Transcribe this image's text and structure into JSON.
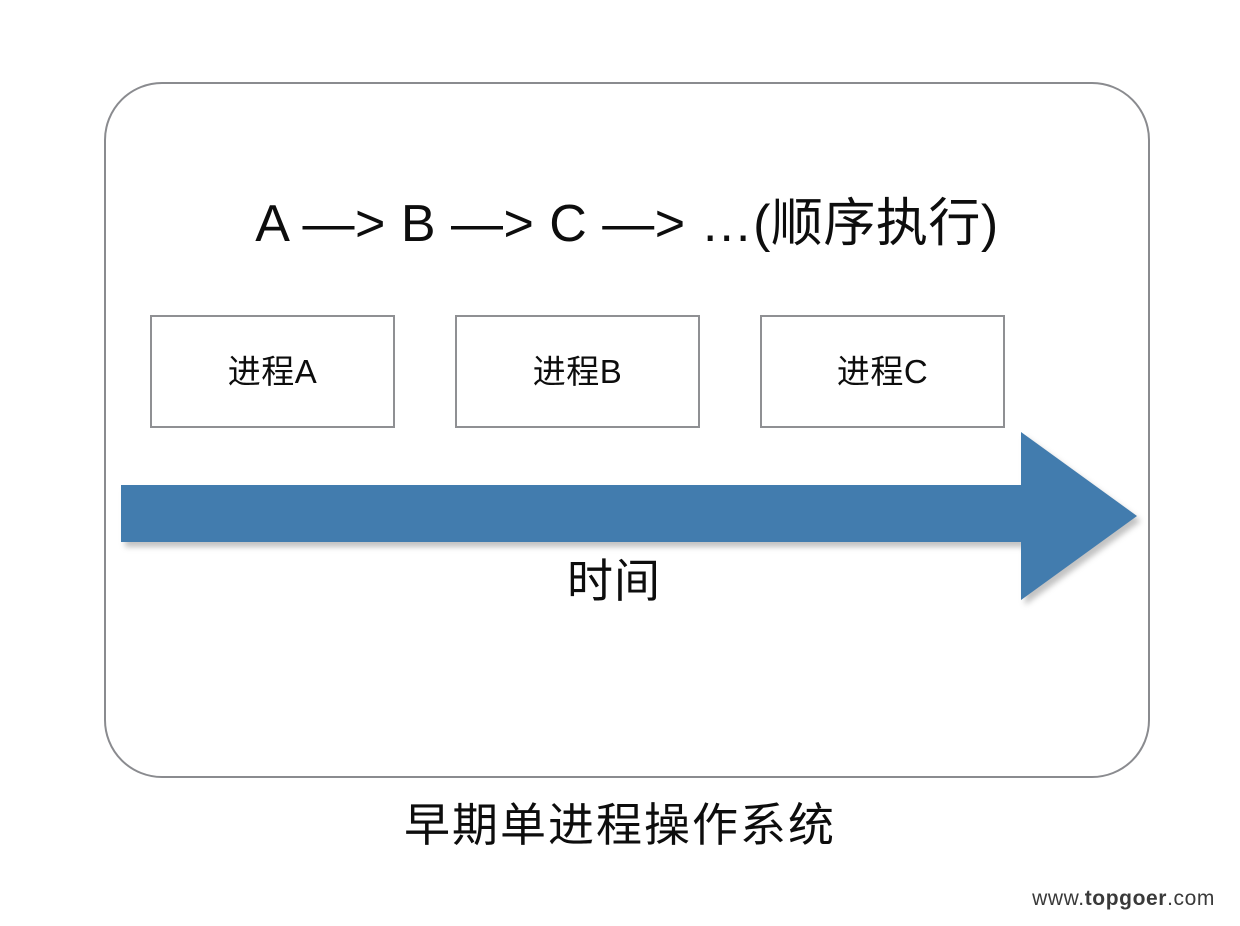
{
  "figure": {
    "caption": "早期单进程操作系统",
    "card_border_color": "#8a8b8f"
  },
  "sequence": {
    "header_text": "A —> B —> C —> …(顺序执行)"
  },
  "processes": {
    "boxes": [
      {
        "label": "进程A"
      },
      {
        "label": "进程B"
      },
      {
        "label": "进程C"
      }
    ],
    "border_color": "#8f9093"
  },
  "timeline": {
    "label": "时间",
    "arrow_color": "#427cae",
    "arrow_direction": "right"
  },
  "watermark": {
    "prefix": "www.",
    "brand": "topgoer",
    "suffix": ".com"
  }
}
